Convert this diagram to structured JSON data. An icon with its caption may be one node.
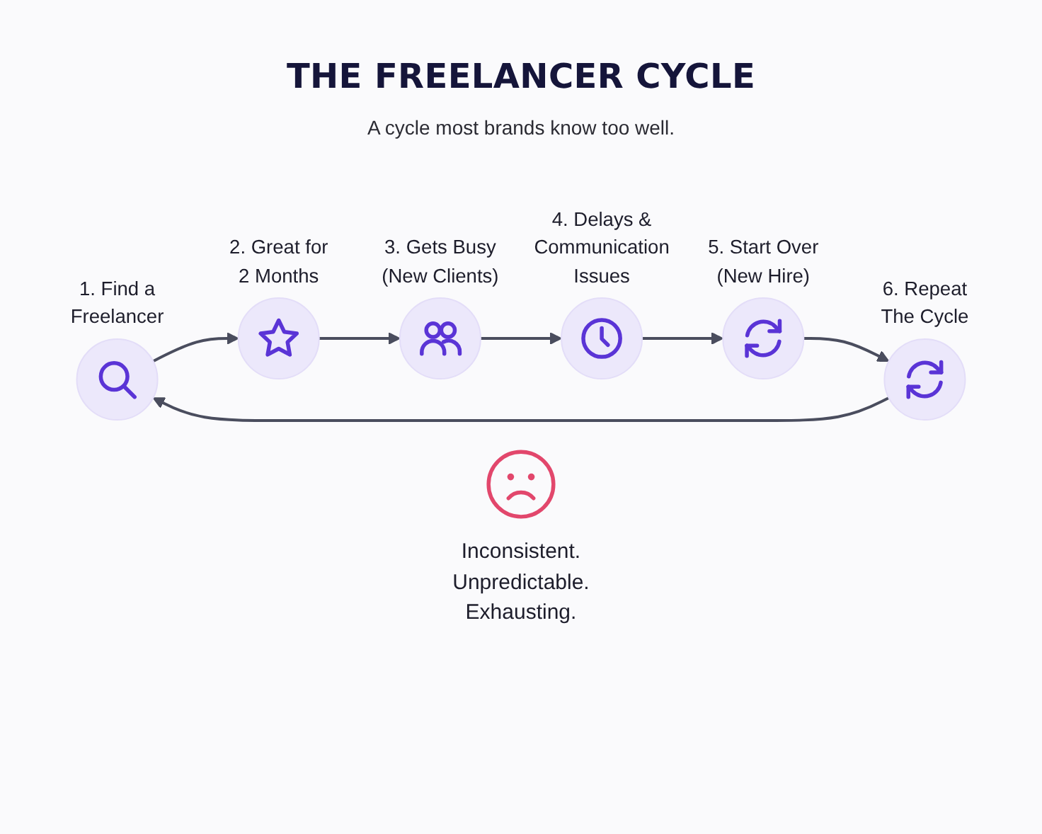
{
  "diagram": {
    "title": "THE FREELANCER CYCLE",
    "nodes": [
      {
        "text": [],
        "shape": "circle",
        "beside": [
          "1. Find a Freelancer"
        ]
      },
      {
        "text": [],
        "shape": "circle",
        "beside": [
          "2. Great for 2 Months"
        ]
      },
      {
        "text": [],
        "shape": "circle",
        "beside": [
          "3. Gets Busy (New Clients)"
        ]
      },
      {
        "text": [],
        "shape": "circle",
        "beside": [
          "4. Delays & Communication Issues"
        ]
      },
      {
        "text": [],
        "shape": "circle",
        "beside": [
          "5. Start Over (New Hire)"
        ]
      },
      {
        "text": [],
        "shape": "circle",
        "beside": [
          "6. Repeat The Cycle"
        ]
      }
    ],
    "edges": [
      {
        "from": 0,
        "to": 1,
        "arrow": "to"
      },
      {
        "from": 1,
        "to": 2,
        "arrow": "to"
      },
      {
        "from": 2,
        "to": 3,
        "arrow": "to"
      },
      {
        "from": 3,
        "to": 4,
        "arrow": "to"
      },
      {
        "from": 4,
        "to": 5,
        "arrow": "to"
      },
      {
        "from": 5,
        "to": 0,
        "arrow": "to"
      }
    ],
    "labels": [
      "A cycle most brands know too well.",
      "Inconsistent. Unpredictable. Exhausting."
    ]
  }
}
